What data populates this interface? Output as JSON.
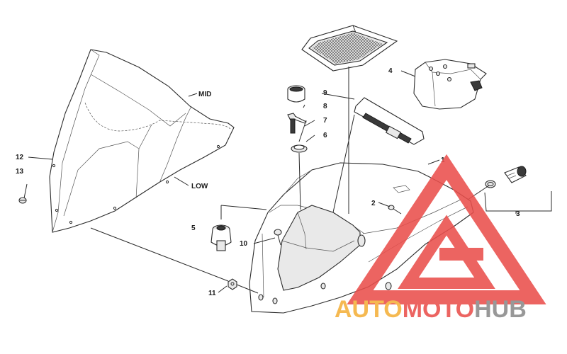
{
  "callouts": {
    "c1": "1",
    "c2": "2",
    "c3": "3",
    "c4": "4",
    "c5": "5",
    "c6": "6",
    "c7": "7",
    "c8": "8",
    "c9": "9",
    "c10": "10",
    "c11": "11",
    "c12": "12",
    "c13": "13",
    "mid": "MID",
    "low": "LOW"
  },
  "watermark": {
    "auto": "AUTO",
    "moto": "MOTO",
    "hub": "HUB",
    "color_orange": "#f4b03a",
    "color_red": "#ea4f4c",
    "color_grey": "#8a8a8a"
  }
}
